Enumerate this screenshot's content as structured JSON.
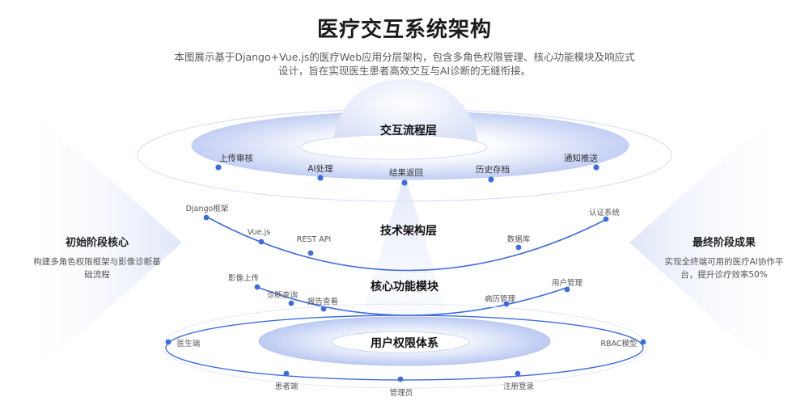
{
  "header": {
    "title": "医疗交互系统架构",
    "subtitle_line1": "本图展示基于Django+Vue.js的医疗Web应用分层架构，包含多角色权限管理、核心功能模块及响应式",
    "subtitle_line2": "设计，旨在实现医生患者高效交互与AI诊断的无缝衔接。"
  },
  "left_panel": {
    "title": "初始阶段核心",
    "desc_line1": "构建多角色权限框架与影像诊断基",
    "desc_line2": "础流程"
  },
  "right_panel": {
    "title": "最终阶段成果",
    "desc_line1": "实现全终端可用的医疗AI协作平",
    "desc_line2": "台，提升诊疗效率50%"
  },
  "layers": {
    "interaction": {
      "title": "交互流程层",
      "nodes": [
        "上传审核",
        "AI处理",
        "结果返回",
        "历史存档",
        "通知推送"
      ]
    },
    "tech": {
      "title": "技术架构层",
      "nodes": [
        "Django框架",
        "Vue.js",
        "REST API",
        "数据库",
        "认证系统"
      ]
    },
    "core": {
      "title": "核心功能模块",
      "nodes": [
        "影像上传",
        "诊断查询",
        "报告查看",
        "病历管理",
        "用户管理"
      ]
    },
    "auth": {
      "title": "用户权限体系",
      "nodes": [
        "医生端",
        "患者端",
        "管理员",
        "注册登录",
        "RBAC模型"
      ]
    }
  },
  "colors": {
    "accent": "#3d6be0",
    "ring_light": "#e6ebfb",
    "ring_mid": "#c9d3f5"
  }
}
